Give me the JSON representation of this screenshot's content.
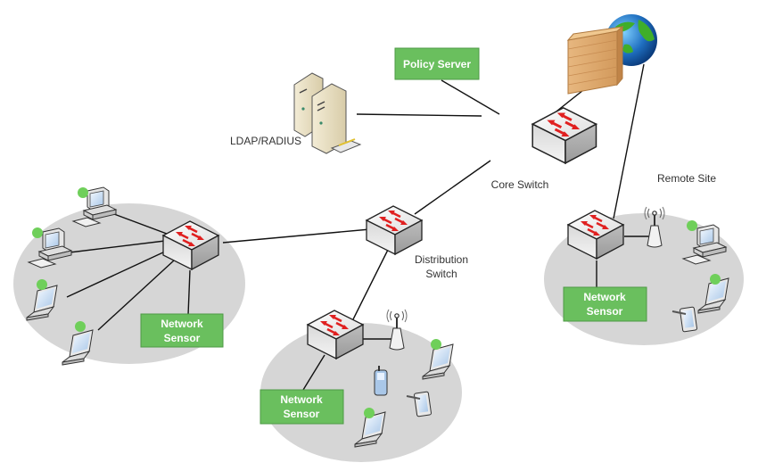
{
  "colors": {
    "sensor_fill": "#6abf5e",
    "sensor_border": "#4e9a45",
    "site_ellipse": "#d6d6d6",
    "endpoint_dot": "#6fcf5a",
    "arrow_red": "#e02020",
    "link": "#111111"
  },
  "labels": {
    "policy_server": "Policy Server",
    "ldap_radius": "LDAP/RADIUS",
    "core_switch": "Core Switch",
    "distribution_switch_line1": "Distribution",
    "distribution_switch_line2": "Switch",
    "remote_site": "Remote Site",
    "sensor_line1": "Network",
    "sensor_line2": "Sensor"
  },
  "nodes": [
    {
      "id": "internet",
      "type": "globe-icon"
    },
    {
      "id": "firewall",
      "type": "firewall-icon"
    },
    {
      "id": "policy-server",
      "type": "label-box"
    },
    {
      "id": "ldap-radius",
      "type": "server-icon"
    },
    {
      "id": "core-switch",
      "type": "switch-icon"
    },
    {
      "id": "distribution-switch",
      "type": "switch-icon"
    },
    {
      "id": "site-left-switch",
      "type": "switch-icon"
    },
    {
      "id": "site-bottom-switch",
      "type": "switch-icon"
    },
    {
      "id": "remote-site-switch",
      "type": "switch-icon"
    }
  ],
  "sites": [
    {
      "id": "left-site",
      "devices": [
        "desktop",
        "desktop",
        "laptop",
        "laptop"
      ],
      "sensor": true
    },
    {
      "id": "bottom-site",
      "devices": [
        "access-point",
        "laptop",
        "phone",
        "tablet",
        "laptop"
      ],
      "sensor": true
    },
    {
      "id": "remote-site",
      "devices": [
        "access-point",
        "desktop",
        "laptop",
        "tablet"
      ],
      "sensor": true
    }
  ]
}
